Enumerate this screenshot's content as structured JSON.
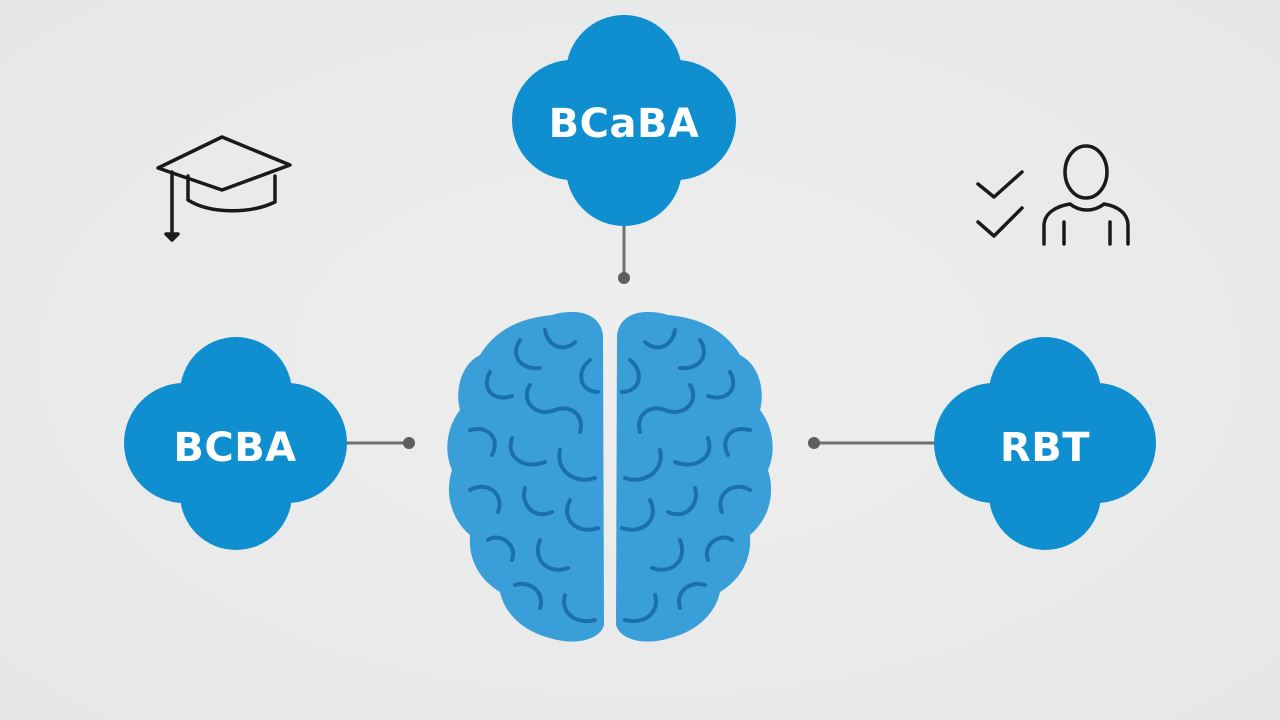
{
  "colors": {
    "background": "#e9eaea",
    "brand_blue": "#0f8ed0",
    "brain_blue": "#3a9fd8",
    "brain_fold": "#1b6fb0",
    "connector": "#707070",
    "icon_stroke": "#1a1a1a",
    "label_text": "#ffffff"
  },
  "nodes": {
    "top": {
      "label": "BCaBA"
    },
    "left": {
      "label": "BCBA"
    },
    "right": {
      "label": "RBT"
    }
  },
  "center": {
    "icon": "brain-icon"
  },
  "icons": {
    "top_left": "graduation-cap-icon",
    "top_right": "checklist-person-icon"
  }
}
